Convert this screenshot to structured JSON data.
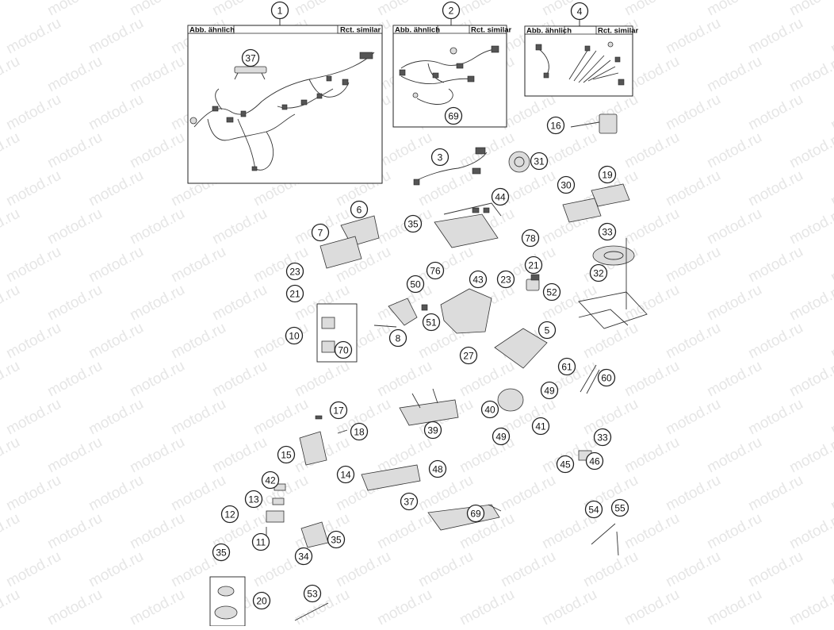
{
  "watermark": "motod.ru",
  "insets": [
    {
      "id": "1",
      "left_label": "Abb. ähnlich",
      "right_label": "Rct. similar"
    },
    {
      "id": "2",
      "left_label": "Abb. ähnlich",
      "right_label": "Rct. similar"
    },
    {
      "id": "4",
      "left_label": "Abb. ähnlich",
      "right_label": "Rct. similar"
    }
  ],
  "callouts": [
    {
      "n": "1"
    },
    {
      "n": "2"
    },
    {
      "n": "4"
    },
    {
      "n": "37"
    },
    {
      "n": "69"
    },
    {
      "n": "16"
    },
    {
      "n": "3"
    },
    {
      "n": "31"
    },
    {
      "n": "19"
    },
    {
      "n": "30"
    },
    {
      "n": "44"
    },
    {
      "n": "6"
    },
    {
      "n": "35"
    },
    {
      "n": "7"
    },
    {
      "n": "78"
    },
    {
      "n": "33"
    },
    {
      "n": "32"
    },
    {
      "n": "21"
    },
    {
      "n": "23"
    },
    {
      "n": "76"
    },
    {
      "n": "43"
    },
    {
      "n": "23"
    },
    {
      "n": "52"
    },
    {
      "n": "50"
    },
    {
      "n": "21"
    },
    {
      "n": "51"
    },
    {
      "n": "10"
    },
    {
      "n": "70"
    },
    {
      "n": "8"
    },
    {
      "n": "5"
    },
    {
      "n": "27"
    },
    {
      "n": "61"
    },
    {
      "n": "60"
    },
    {
      "n": "49"
    },
    {
      "n": "40"
    },
    {
      "n": "17"
    },
    {
      "n": "41"
    },
    {
      "n": "49"
    },
    {
      "n": "18"
    },
    {
      "n": "39"
    },
    {
      "n": "33"
    },
    {
      "n": "15"
    },
    {
      "n": "45"
    },
    {
      "n": "46"
    },
    {
      "n": "48"
    },
    {
      "n": "42"
    },
    {
      "n": "14"
    },
    {
      "n": "13"
    },
    {
      "n": "37"
    },
    {
      "n": "12"
    },
    {
      "n": "69"
    },
    {
      "n": "54"
    },
    {
      "n": "55"
    },
    {
      "n": "11"
    },
    {
      "n": "35"
    },
    {
      "n": "34"
    },
    {
      "n": "35"
    },
    {
      "n": "20"
    },
    {
      "n": "53"
    }
  ]
}
